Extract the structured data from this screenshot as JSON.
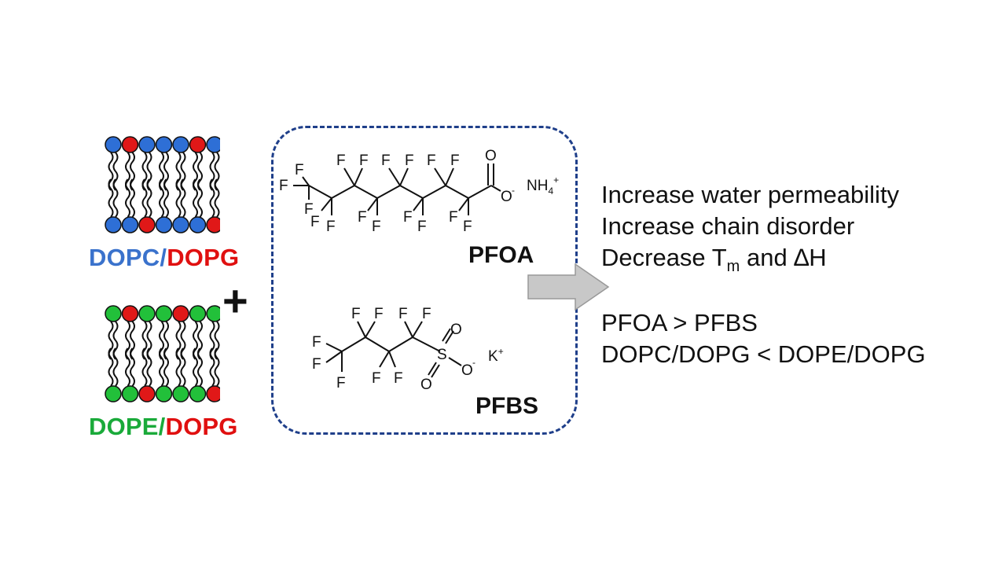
{
  "membranes": [
    {
      "label_part1": "DOPC",
      "separator": "/",
      "label_part2": "DOPG",
      "head_colors_top": [
        "#2e6fd6",
        "#e01818",
        "#2e6fd6",
        "#2e6fd6",
        "#2e6fd6",
        "#e01818",
        "#2e6fd6"
      ],
      "head_colors_bottom": [
        "#2e6fd6",
        "#2e6fd6",
        "#e01818",
        "#2e6fd6",
        "#2e6fd6",
        "#2e6fd6",
        "#e01818"
      ],
      "label_color1": "#3a72cc",
      "label_color2": "#e01010"
    },
    {
      "label_part1": "DOPE",
      "separator": "/",
      "label_part2": "DOPG",
      "head_colors_top": [
        "#22c03a",
        "#e01818",
        "#22c03a",
        "#22c03a",
        "#e01818",
        "#22c03a",
        "#22c03a"
      ],
      "head_colors_bottom": [
        "#22c03a",
        "#22c03a",
        "#e01818",
        "#22c03a",
        "#22c03a",
        "#22c03a",
        "#e01818"
      ],
      "label_color1": "#1aaa3a",
      "label_color2": "#e01010"
    }
  ],
  "plus_symbol": "+",
  "compounds": {
    "pfoa": {
      "name": "PFOA",
      "atoms": {
        "f": "F",
        "o": "O",
        "o_minus": "O",
        "minus": "-",
        "counter_ion": "NH",
        "counter_sub": "4",
        "counter_sup": "+"
      }
    },
    "pfbs": {
      "name": "PFBS",
      "atoms": {
        "f": "F",
        "o": "O",
        "s": "S",
        "o_minus": "O",
        "minus": "-",
        "counter_ion": "K",
        "counter_sup": "+"
      }
    }
  },
  "effects": {
    "line1": "Increase water permeability",
    "line2": "Increase chain disorder",
    "line3_a": "Decrease T",
    "line3_sub": "m",
    "line3_b": " and ",
    "line3_delta": "∆",
    "line3_c": "H",
    "ranking1": "PFOA > PFBS",
    "ranking2": "DOPC/DOPG < DOPE/DOPG"
  },
  "colors": {
    "box_border": "#1f3f8a",
    "arrow_fill": "#c8c8c8",
    "arrow_stroke": "#999999",
    "tail": "#111111"
  }
}
